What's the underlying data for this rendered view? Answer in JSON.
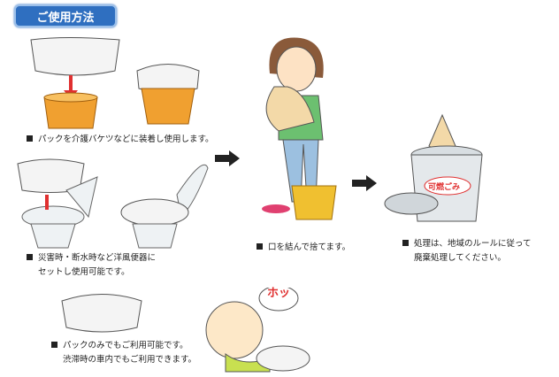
{
  "header": {
    "title": "ご使用方法"
  },
  "steps": {
    "bucket": {
      "line1": "パックを介護バケツなどに装着し使用します。"
    },
    "toilet": {
      "line1": "災害時・断水時など洋風便器に",
      "line2": "セットし使用可能です。"
    },
    "pack_only": {
      "line1": "パックのみでもご利用可能です。",
      "line2": "渋滞時の車内でもご利用できます。"
    },
    "tie": {
      "line1": "口を結んで捨てます。"
    },
    "dispose": {
      "line1": "処理は、地域のルールに従って",
      "line2": "廃棄処理してください。"
    }
  },
  "illustrations": {
    "trash_label": "可燃ごみ",
    "speech": "ホッ"
  },
  "colors": {
    "header_bg": "#2f6fc0",
    "bucket": "#f0a030",
    "arrow": "#222222",
    "label_red": "#e03030"
  }
}
